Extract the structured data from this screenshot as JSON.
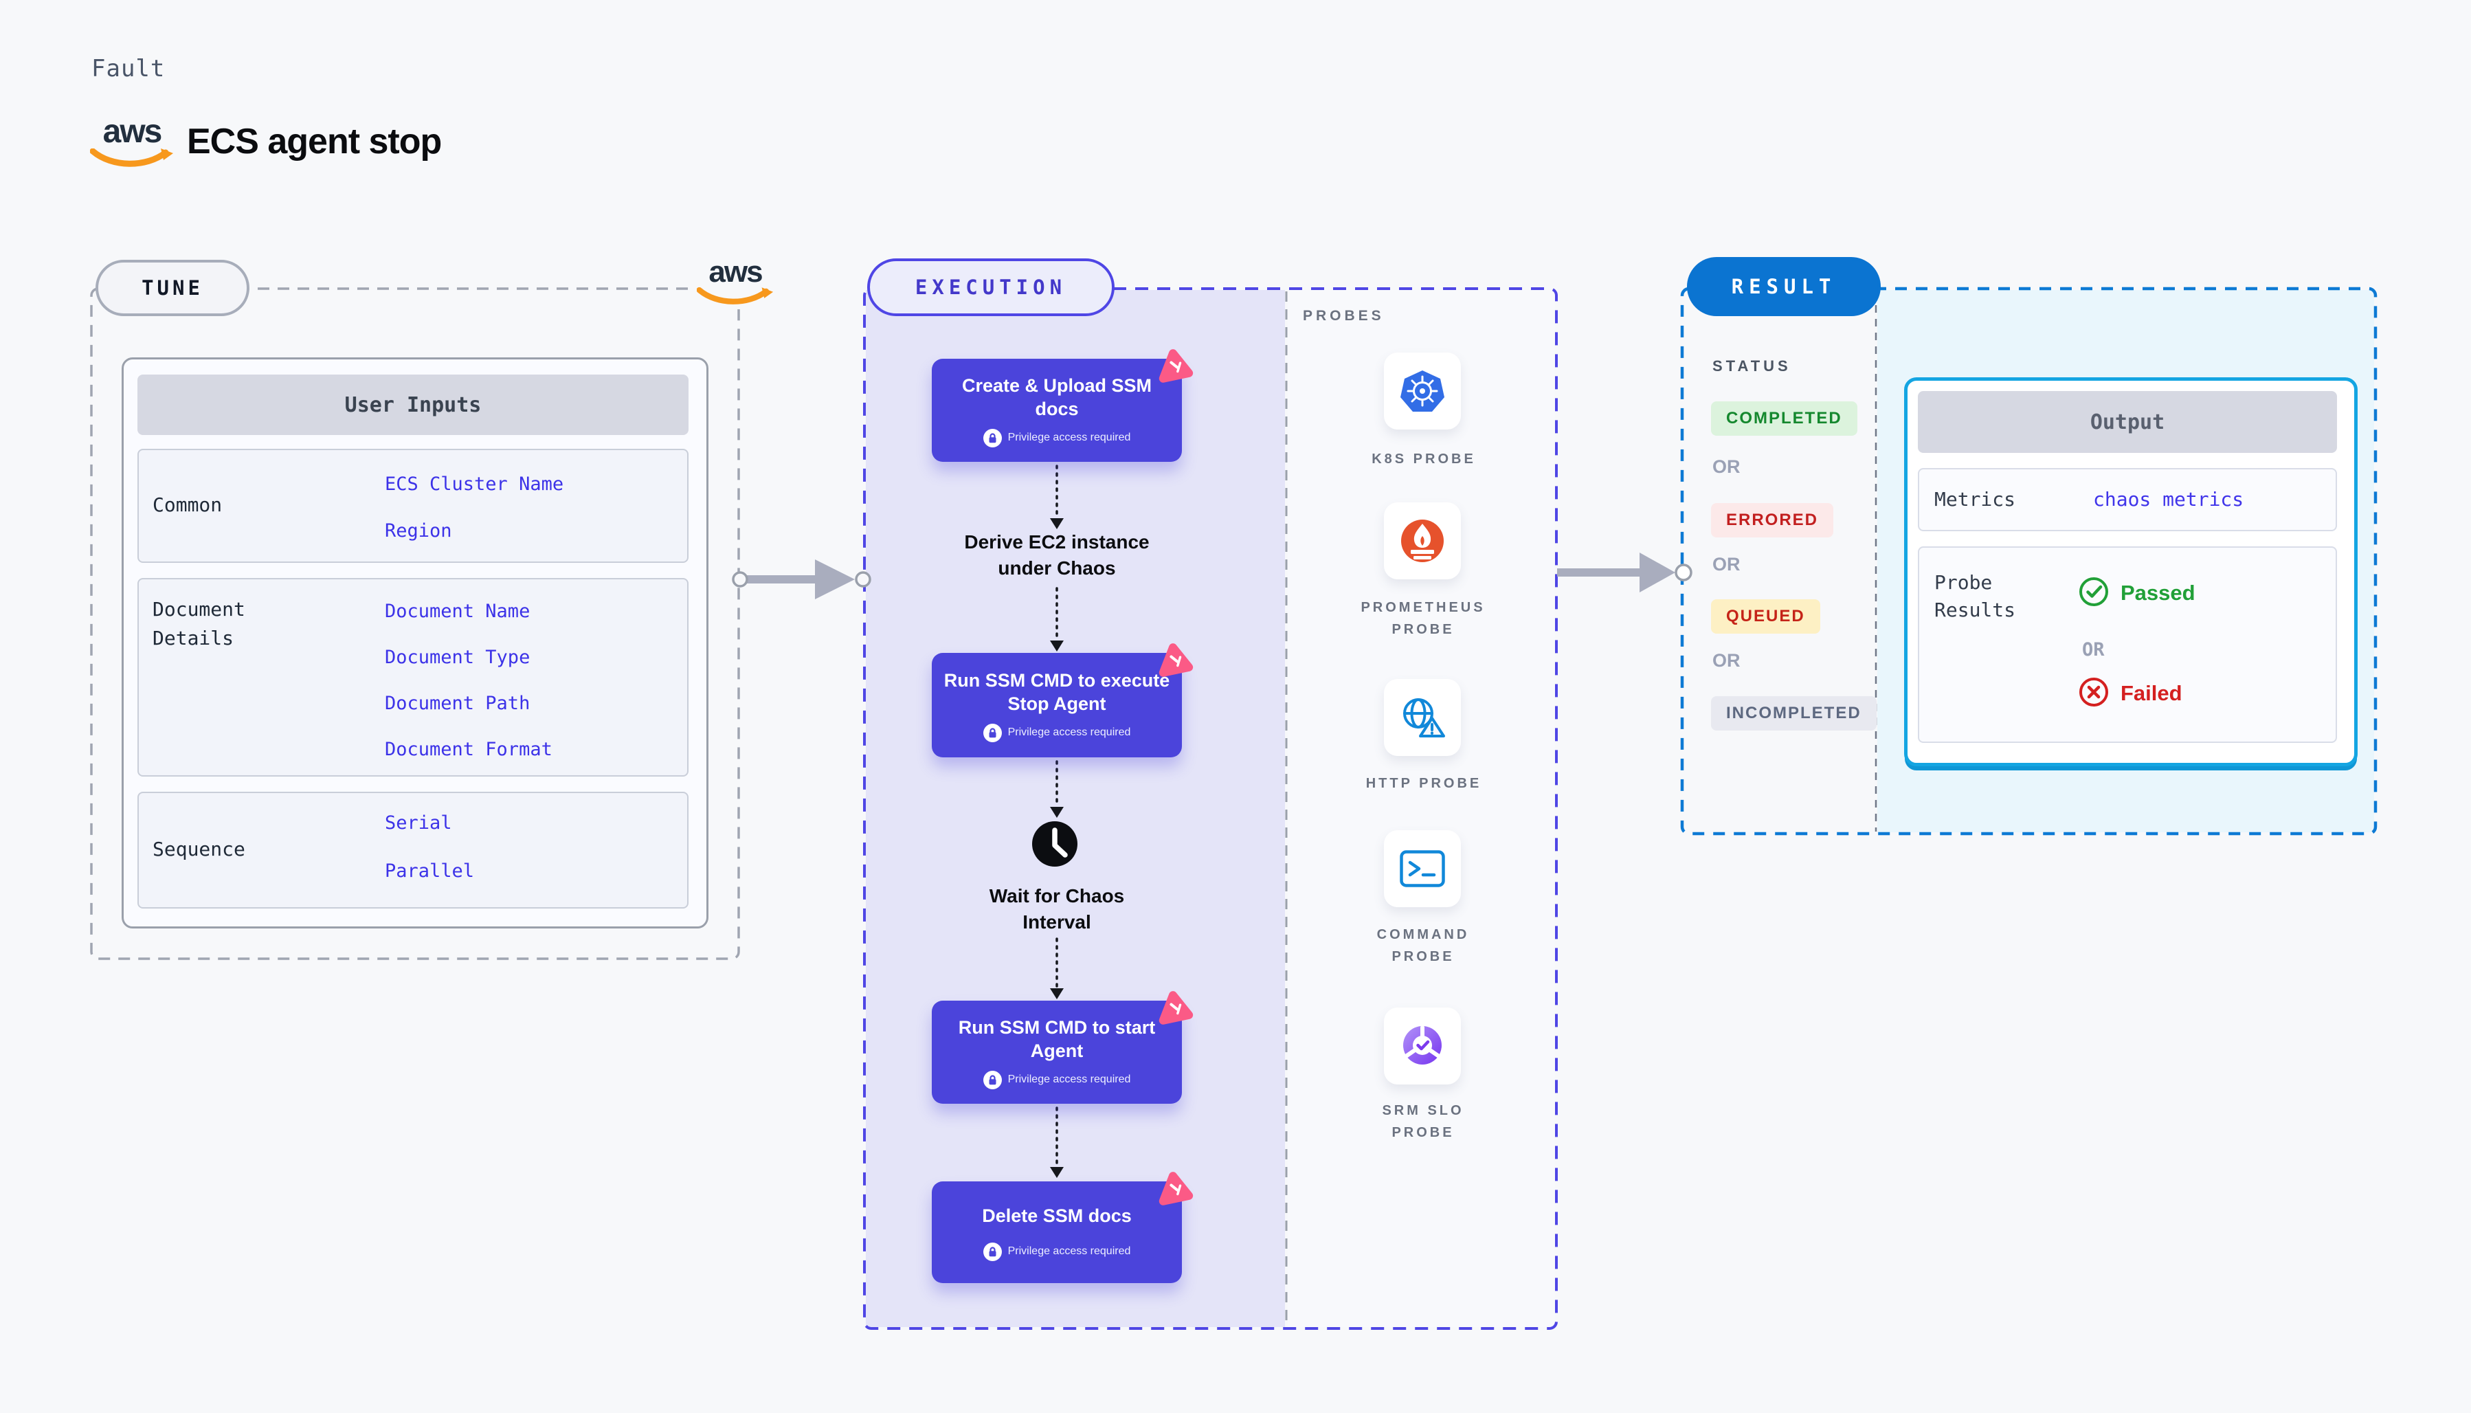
{
  "header": {
    "kicker": "Fault",
    "title": "ECS agent stop",
    "aws_logo_text": "aws"
  },
  "tune": {
    "badge": "TUNE",
    "user_inputs": {
      "header": "User Inputs",
      "rows": [
        {
          "label": "Common",
          "links": [
            "ECS Cluster Name",
            "Region"
          ]
        },
        {
          "label": "Document Details",
          "links": [
            "Document Name",
            "Document Type",
            "Document Path",
            "Document Format"
          ]
        },
        {
          "label": "Sequence",
          "links": [
            "Serial",
            "Parallel"
          ]
        }
      ]
    }
  },
  "execution": {
    "badge": "EXECUTION",
    "tasks": [
      {
        "title": "Create & Upload SSM docs",
        "note": "Privilege access required"
      },
      {
        "title": "Run SSM CMD to execute Stop Agent",
        "note": "Privilege access required"
      },
      {
        "title": "Run SSM CMD to start Agent",
        "note": "Privilege access required"
      },
      {
        "title": "Delete SSM docs",
        "note": "Privilege access required"
      }
    ],
    "labels": {
      "derive": "Derive EC2 instance under Chaos",
      "wait": "Wait for Chaos Interval"
    },
    "probes": {
      "heading": "PROBES",
      "items": [
        {
          "label": "K8S PROBE",
          "icon": "kubernetes-icon"
        },
        {
          "label": "PROMETHEUS PROBE",
          "icon": "prometheus-icon"
        },
        {
          "label": "HTTP PROBE",
          "icon": "http-globe-icon"
        },
        {
          "label": "COMMAND PROBE",
          "icon": "terminal-icon"
        },
        {
          "label": "SRM SLO PROBE",
          "icon": "slo-pie-icon"
        }
      ]
    }
  },
  "result": {
    "badge": "RESULT",
    "status": {
      "heading": "STATUS",
      "or": "OR",
      "badges": [
        {
          "label": "COMPLETED",
          "tone": "green"
        },
        {
          "label": "ERRORED",
          "tone": "red"
        },
        {
          "label": "QUEUED",
          "tone": "yellow"
        },
        {
          "label": "INCOMPLETED",
          "tone": "gray"
        }
      ]
    },
    "output": {
      "header": "Output",
      "metrics_label": "Metrics",
      "metrics_link": "chaos metrics",
      "probe_results_label": "Probe Results",
      "passed": "Passed",
      "or": "OR",
      "failed": "Failed"
    }
  },
  "colors": {
    "accent_indigo": "#4b44db",
    "result_blue": "#0b74d1",
    "output_border_cyan": "#14a5e2",
    "link_indigo": "#3c32e8",
    "success_green": "#21a038",
    "fail_red": "#d42020",
    "queued_yellow_bg": "#fdf0c4",
    "pink_marker": "#fb5a86",
    "aws_orange": "#f7981d",
    "k8s_blue": "#326de6",
    "prometheus_orange": "#e6522c",
    "srm_purple": "#7c3aed",
    "http_blue": "#1188d9"
  }
}
